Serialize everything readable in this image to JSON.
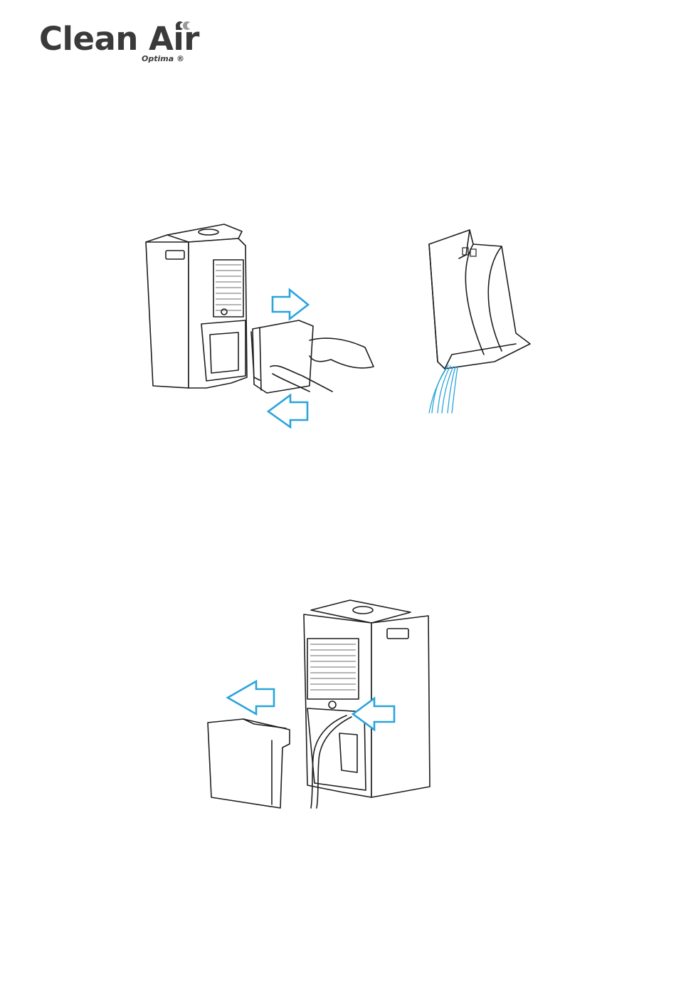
{
  "brand": {
    "name": "Clean Air",
    "subline": "Optima ®",
    "text_color": "#3a3a3a",
    "dots_colors": [
      "#3a3a3a",
      "#9a9a9a"
    ],
    "logo_icon": "double-circle-icon"
  },
  "figures": [
    {
      "id": "remove-tank-and-empty",
      "arrow_color": "#2aa4dc"
    },
    {
      "id": "pour-out-water",
      "water_color": "#2aa4dc"
    },
    {
      "id": "continuous-drain-hose",
      "arrow_color": "#2aa4dc"
    }
  ]
}
